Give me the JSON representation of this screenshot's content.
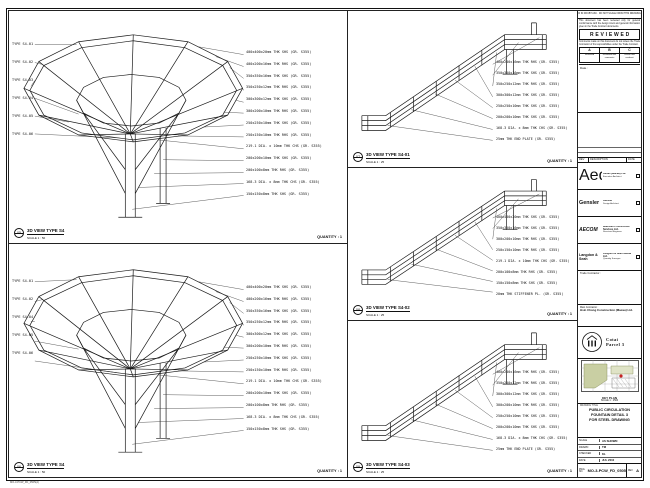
{
  "sheet": {
    "footer_note": "MO-3-PCW_FD_0505(A)"
  },
  "panels": [
    {
      "marker": "05",
      "title": "3D VIEW TYPE S4",
      "scale": "SCALE 1 : 50",
      "quantity": "QUANTITY : 1",
      "left_labels": [
        "TYPE S4-01",
        "TYPE S4-02",
        "TYPE S4-03",
        "TYPE S4-04",
        "TYPE S4-05",
        "TYPE S4-06"
      ],
      "right_labels": [
        "400x400x20mm THK SHS (GR. S355)",
        "400x200x16mm THK RHS (GR. S355)",
        "350x350x16mm THK SHS (GR. S355)",
        "350x250x12mm THK RHS (GR. S355)",
        "300x300x12mm THK SHS (GR. S355)",
        "300x200x10mm THK RHS (GR. S355)",
        "250x250x10mm THK SHS (GR. S355)",
        "250x150x10mm THK RHS (GR. S355)",
        "219.1 DIA. x 10mm THK CHS (GR. S355)",
        "200x200x10mm THK SHS (GR. S355)",
        "200x100x8mm THK RHS (GR. S355)",
        "168.3 DIA. x 8mm THK CHS (GR. S355)",
        "150x150x8mm THK SHS (GR. S355)"
      ]
    },
    {
      "marker": "06",
      "title": "3D VIEW TYPE S4",
      "scale": "SCALE 1 : 50",
      "quantity": "QUANTITY : 1",
      "left_labels": [
        "TYPE S4-01",
        "TYPE S4-02",
        "TYPE S4-04",
        "TYPE S4-05",
        "TYPE S4-06"
      ],
      "right_labels": [
        "400x400x20mm THK SHS (GR. S355)",
        "400x200x16mm THK RHS (GR. S355)",
        "350x350x16mm THK SHS (GR. S355)",
        "350x250x12mm THK RHS (GR. S355)",
        "300x300x12mm THK SHS (GR. S355)",
        "300x200x10mm THK RHS (GR. S355)",
        "250x250x10mm THK SHS (GR. S355)",
        "250x150x10mm THK RHS (GR. S355)",
        "219.1 DIA. x 10mm THK CHS (GR. S355)",
        "200x200x10mm THK SHS (GR. S355)",
        "200x100x8mm THK RHS (GR. S355)",
        "168.3 DIA. x 8mm THK CHS (GR. S355)",
        "150x150x8mm THK SHS (GR. S355)"
      ]
    },
    {
      "marker": "07",
      "title": "3D VIEW TYPE S4-01",
      "scale": "SCALE 1 : 25",
      "quantity": "QUANTITY : 1",
      "right_labels": [
        "400x200x16mm THK RHS (GR. S355)",
        "350x350x16mm THK SHS (GR. S355)",
        "350x250x12mm THK RHS (GR. S355)",
        "300x300x12mm THK SHS (GR. S355)",
        "250x250x10mm THK SHS (GR. S355)",
        "200x200x10mm THK SHS (GR. S355)",
        "168.3 DIA. x 8mm THK CHS (GR. S355)",
        "25mm THK END PLATE (GR. S355)"
      ]
    },
    {
      "marker": "08",
      "title": "3D VIEW TYPE S4-02",
      "scale": "SCALE 1 : 25",
      "quantity": "QUANTITY : 1",
      "right_labels": [
        "400x400x20mm THK SHS (GR. S355)",
        "350x350x16mm THK SHS (GR. S355)",
        "300x200x10mm THK RHS (GR. S355)",
        "250x150x10mm THK RHS (GR. S355)",
        "219.1 DIA. x 10mm THK CHS (GR. S355)",
        "200x100x8mm THK RHS (GR. S355)",
        "150x150x8mm THK SHS (GR. S355)",
        "20mm THK STIFFENER PL. (GR. S355)"
      ]
    },
    {
      "marker": "09",
      "title": "3D VIEW TYPE S4-03",
      "scale": "SCALE 1 : 25",
      "quantity": "QUANTITY : 1",
      "right_labels": [
        "400x200x16mm THK RHS (GR. S355)",
        "350x250x12mm THK RHS (GR. S355)",
        "300x300x12mm THK SHS (GR. S355)",
        "300x200x10mm THK RHS (GR. S355)",
        "250x250x10mm THK SHS (GR. S355)",
        "200x200x10mm THK SHS (GR. S355)",
        "168.3 DIA. x 8mm THK CHS (GR. S355)",
        "25mm THK END PLATE (GR. S355)"
      ]
    }
  ],
  "titleblock": {
    "top_note": "IF IN DOUBT ASK · DO NOT SCALE FROM THIS DRAWING",
    "review": {
      "note1": "This document has been reviewed only for general conformance with the design intent and general information given in the Trade Contract documents.",
      "stamp": "REVIEWED",
      "note2": "Comments made on this document do not relieve the Trade Contractor of his responsibilities under the Trade Contract.",
      "cols": [
        {
          "key": "A",
          "text": "Reviewed"
        },
        {
          "key": "B",
          "text": "Reviewed with comments"
        },
        {
          "key": "C",
          "text": "Revise and resubmit"
        }
      ],
      "date_label": "Date :"
    },
    "rev_table": {
      "headers": [
        "REV",
        "DESCRIPTION",
        "DATE"
      ]
    },
    "consultants": [
      {
        "logo": "Aedas",
        "name": "Aedas (Macau) Ltd.",
        "role": "Executive Architect"
      },
      {
        "logo": "Gensler",
        "name": "Gensler",
        "role": "Design Architect"
      },
      {
        "logo": "AECOM",
        "name": "Maunsell Professional Services Ltd.",
        "role": "Structural Engineer"
      },
      {
        "logo": "Langdon & Seah",
        "name": "Langdon & Seah Macau Ltd.",
        "role": "Quantity Surveyor"
      }
    ],
    "trade_label": "Trade Contractor :",
    "contractor": {
      "label": "Main Contractor :",
      "name": "Hsin Chong Construction (Macau) Ltd."
    },
    "seal": {
      "line1": "Cotai",
      "line2": "Parcel 3"
    },
    "keyplan": {
      "label": "KEY PLAN",
      "scale": "SCALE 1 : 2500"
    },
    "title": {
      "label": "DRAWING TITLE",
      "lines": [
        "PUBLIC CIRCULATION",
        "FOUNTAIN DETAIL 3",
        "FOR STEEL DRAWING"
      ]
    },
    "fields": [
      {
        "label": "SCALE",
        "value": "AS SHOWN"
      },
      {
        "label": "DRAWN",
        "value": "TM"
      },
      {
        "label": "CHECKED",
        "value": "KL"
      },
      {
        "label": "DATE",
        "value": "JUL 2010"
      }
    ],
    "dwg": {
      "label": "DWG. NO.",
      "number": "MO-3-PCW_FD_0505",
      "rev_label": "REV.",
      "rev": "A"
    }
  }
}
